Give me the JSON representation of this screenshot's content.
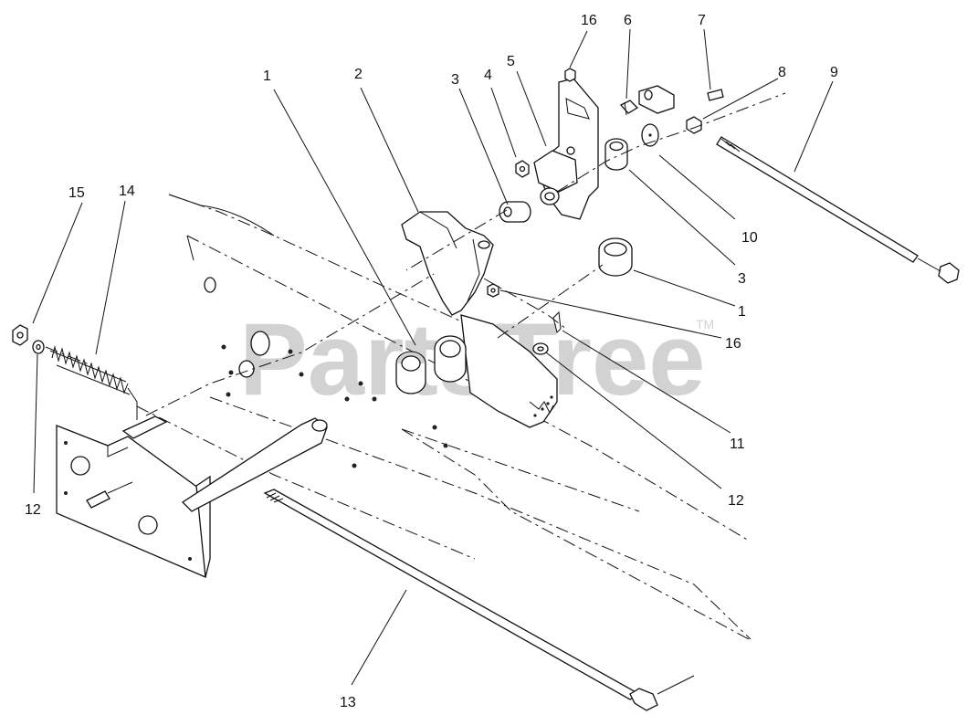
{
  "watermark": {
    "text": "PartsTree",
    "trademark": "TM"
  },
  "callouts": [
    {
      "id": "1a",
      "label": "1"
    },
    {
      "id": "2",
      "label": "2"
    },
    {
      "id": "3a",
      "label": "3"
    },
    {
      "id": "4",
      "label": "4"
    },
    {
      "id": "5",
      "label": "5"
    },
    {
      "id": "16a",
      "label": "16"
    },
    {
      "id": "6",
      "label": "6"
    },
    {
      "id": "7",
      "label": "7"
    },
    {
      "id": "8",
      "label": "8"
    },
    {
      "id": "9",
      "label": "9"
    },
    {
      "id": "15",
      "label": "15"
    },
    {
      "id": "14",
      "label": "14"
    },
    {
      "id": "10",
      "label": "10"
    },
    {
      "id": "3b",
      "label": "3"
    },
    {
      "id": "1b",
      "label": "1"
    },
    {
      "id": "16b",
      "label": "16"
    },
    {
      "id": "11",
      "label": "11"
    },
    {
      "id": "12b",
      "label": "12"
    },
    {
      "id": "12a",
      "label": "12"
    },
    {
      "id": "13",
      "label": "13"
    }
  ]
}
